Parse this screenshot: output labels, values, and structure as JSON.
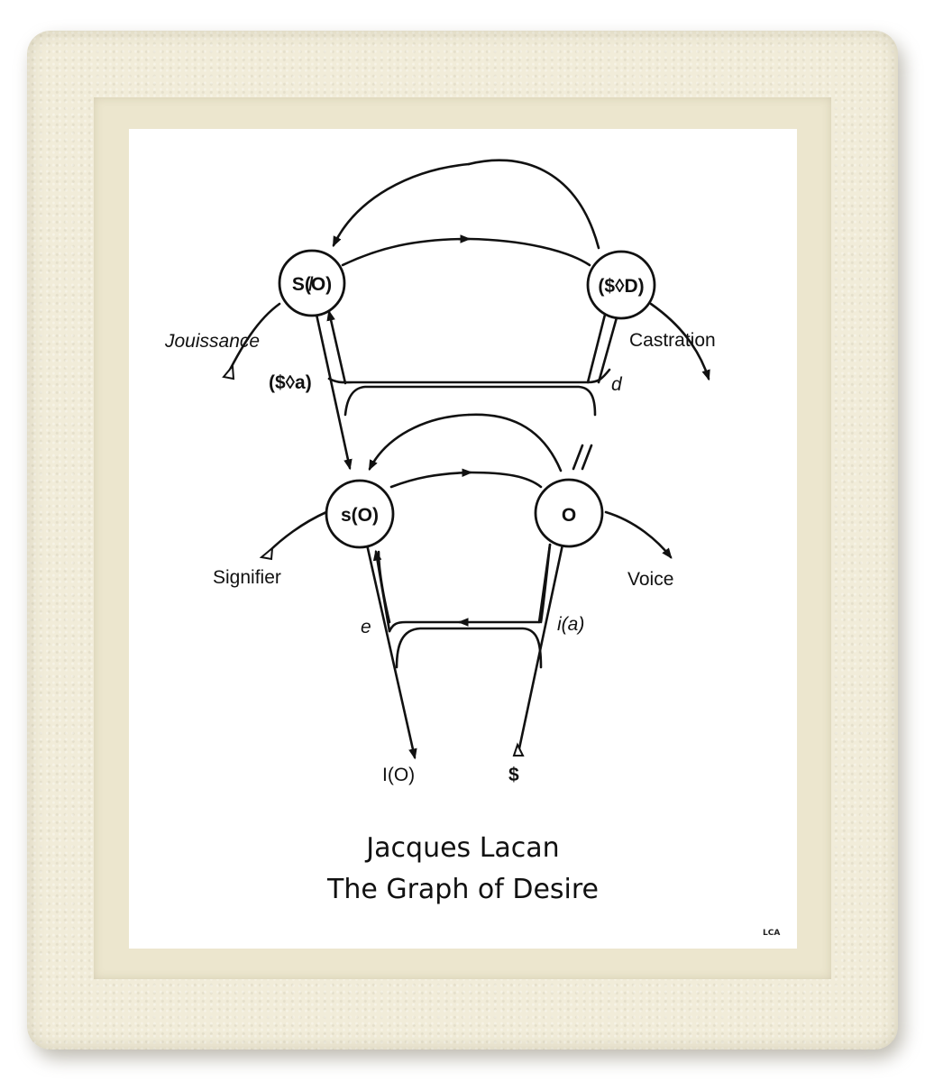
{
  "nodes": {
    "s_barred_a": "S(̸O)",
    "drive": "($◊D)",
    "signified": "s(O)",
    "other": "O"
  },
  "labels": {
    "jouissance": "Jouissance",
    "castration": "Castration",
    "fantasy": "($◊a)",
    "desire": "d",
    "signifier": "Signifier",
    "voice": "Voice",
    "ego": "e",
    "image": "i(a)",
    "ideal": "I(O)",
    "subject": "$"
  },
  "caption": {
    "line1": "Jacques Lacan",
    "line2": "The Graph of Desire"
  },
  "watermark": "LCA"
}
